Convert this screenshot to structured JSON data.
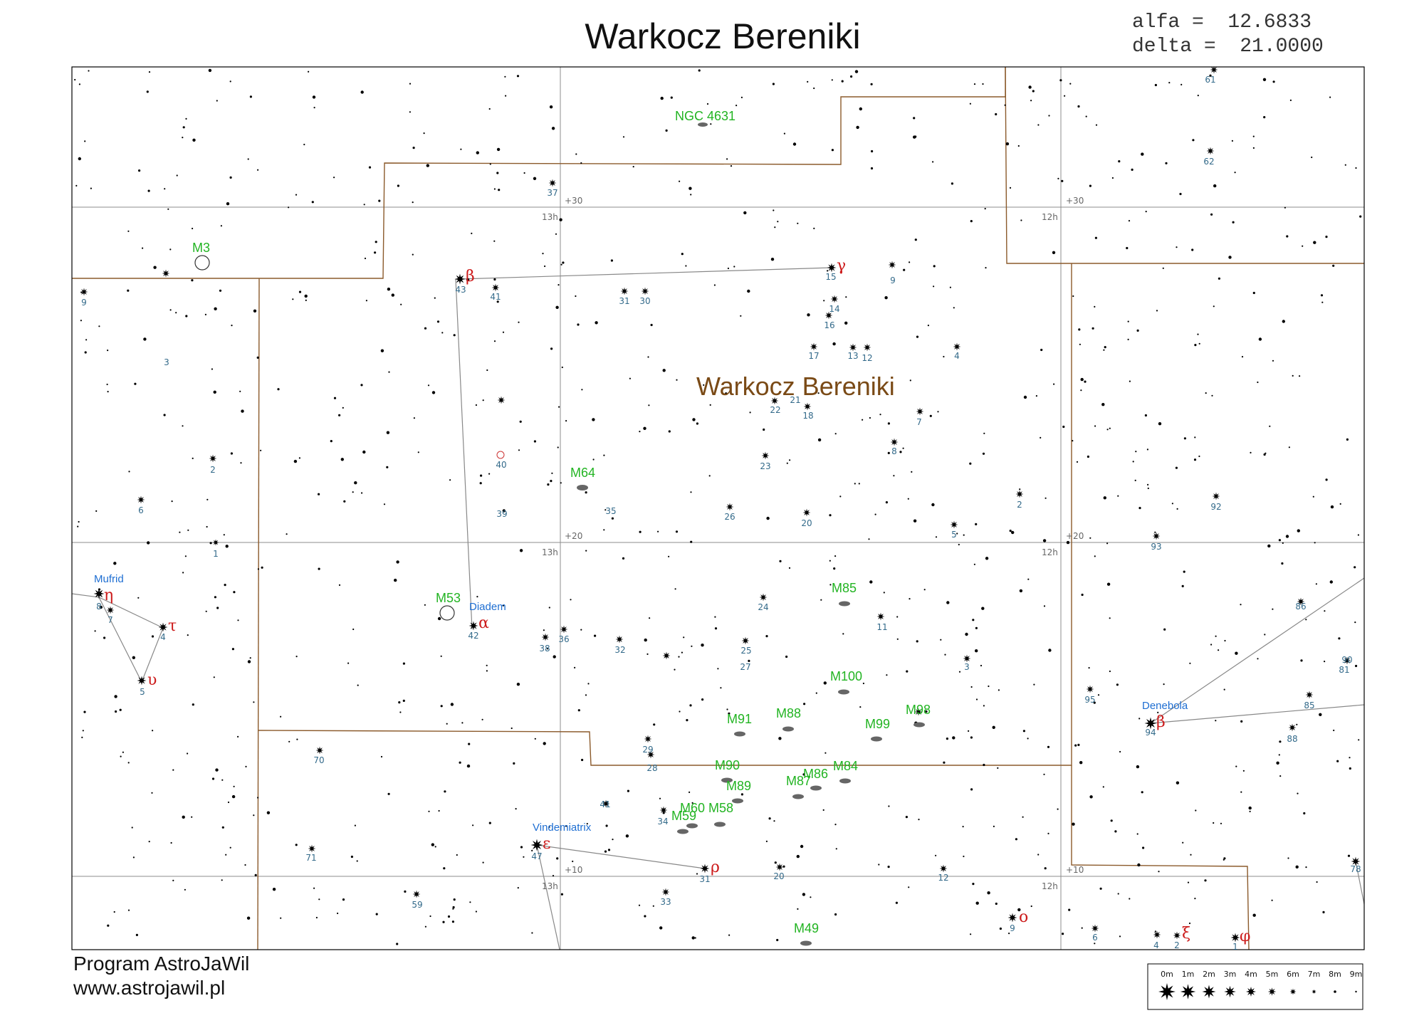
{
  "title": "Warkocz Bereniki",
  "coords": {
    "alfa": "alfa =  12.6833",
    "delta": "delta =  21.0000"
  },
  "footer": {
    "program": "Program AstroJaWil",
    "website": "www.astrojawil.pl"
  },
  "grid": {
    "dec_labels": [
      "+30",
      "+30",
      "+20",
      "+20",
      "+10",
      "+10"
    ],
    "ra_labels": [
      "13h",
      "12h",
      "13h",
      "12h",
      "13h",
      "12h"
    ]
  },
  "constellation_label": "Warkocz Bereniki",
  "colors": {
    "dso": "#22b422",
    "greek": "#cc1b1b",
    "named": "#1e6ed2",
    "boundary": "#8b5a2b",
    "number": "#336a8a"
  },
  "named_stars": [
    "Mufrid",
    "Diadem",
    "Vindemiatrix",
    "Denebola"
  ],
  "greek_labels": [
    "β",
    "γ",
    "η",
    "τ",
    "υ",
    "α",
    "ε",
    "ρ",
    "β",
    "ο",
    "ξ",
    "φ"
  ],
  "dso_labels": [
    "NGC 4631",
    "M3",
    "M64",
    "M53",
    "M85",
    "M100",
    "M91",
    "M88",
    "M99",
    "M98",
    "M90",
    "M86",
    "M84",
    "M89",
    "M87",
    "M60",
    "M58",
    "M59",
    "M49"
  ],
  "star_numbers": [
    "61",
    "62",
    "37",
    "9",
    "43",
    "41",
    "31",
    "30",
    "15",
    "9",
    "14",
    "16",
    "17",
    "13",
    "12",
    "4",
    "3",
    "2",
    "6",
    "40",
    "39",
    "35",
    "21",
    "22",
    "18",
    "7",
    "23",
    "8",
    "26",
    "20",
    "5",
    "2",
    "92",
    "93",
    "1",
    "8",
    "7",
    "4",
    "5",
    "38",
    "36",
    "42",
    "32",
    "24",
    "11",
    "27",
    "25",
    "3",
    "70",
    "29",
    "28",
    "41",
    "34",
    "71",
    "47",
    "31",
    "20",
    "12",
    "33",
    "59",
    "9",
    "6",
    "4",
    "2",
    "1",
    "86",
    "90",
    "81",
    "85",
    "95",
    "94",
    "88",
    "78"
  ],
  "legend_labels": [
    "0m",
    "1m",
    "2m",
    "3m",
    "4m",
    "5m",
    "6m",
    "7m",
    "8m",
    "9m"
  ]
}
